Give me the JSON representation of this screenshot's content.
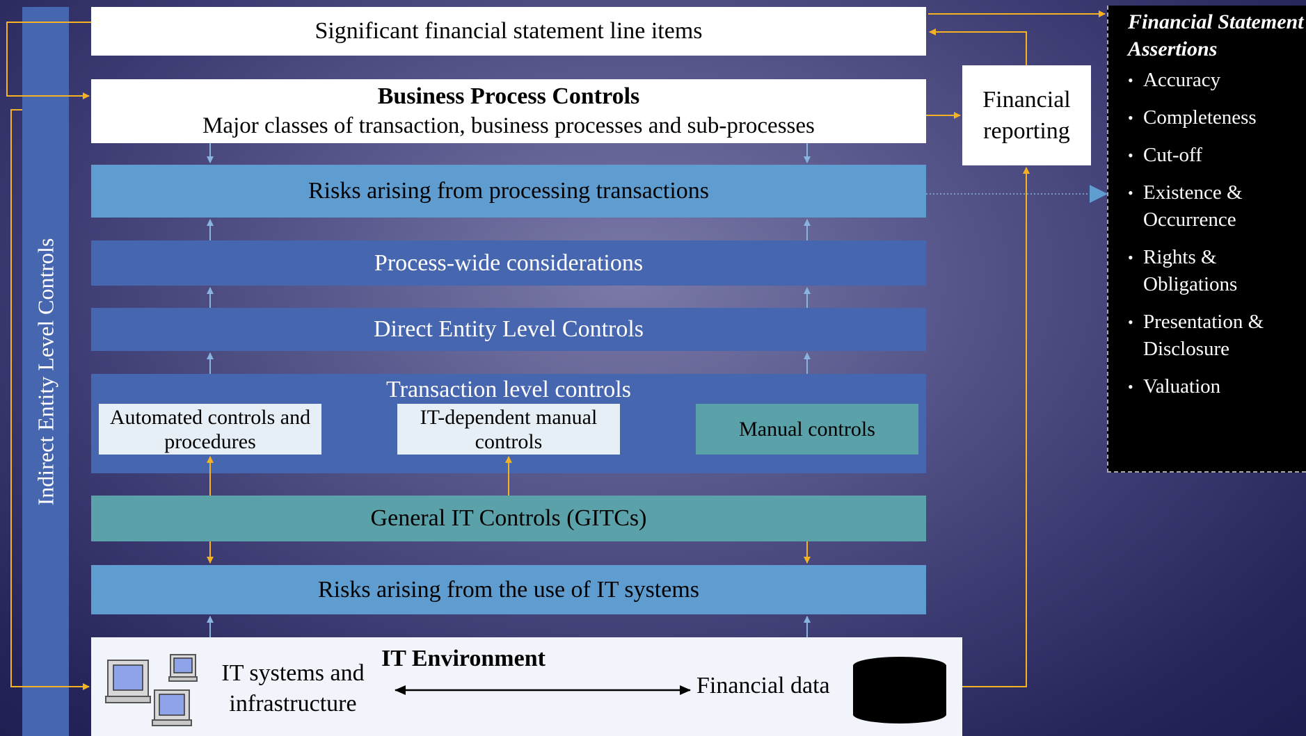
{
  "left_bar": {
    "label": "Indirect Entity Level Controls"
  },
  "boxes": {
    "line_items": "Significant financial statement line items",
    "bpc_title": "Business Process Controls",
    "bpc_subtitle": "Major classes of transaction, business processes and sub-processes",
    "risks_processing": "Risks arising from processing transactions",
    "process_wide": "Process-wide considerations",
    "direct_elc": "Direct Entity Level Controls",
    "transaction_level": "Transaction level controls",
    "automated": "Automated controls and procedures",
    "it_dependent": "IT-dependent manual controls",
    "manual": "Manual controls",
    "gitc": "General IT  Controls (GITCs)",
    "risks_it": "Risks arising from the use of IT systems"
  },
  "financial_reporting": "Financial reporting",
  "it_environment": {
    "title": "IT Environment",
    "systems": "IT systems and infrastructure",
    "data": "Financial data"
  },
  "assertions": {
    "title": "Financial Statement Assertions",
    "items": [
      "Accuracy",
      "Completeness",
      "Cut-off",
      "Existence & Occurrence",
      "Rights & Obligations",
      "Presentation & Disclosure",
      "Valuation"
    ]
  },
  "colors": {
    "white_box": "#ffffff",
    "light_blue": "#5f9dd1",
    "dark_blue": "#4766b0",
    "teal": "#5aa1a9",
    "orange_arrow": "#f5b324",
    "blue_arrow": "#8ab4e0"
  },
  "icons": [
    "computer-icon",
    "database-icon"
  ]
}
